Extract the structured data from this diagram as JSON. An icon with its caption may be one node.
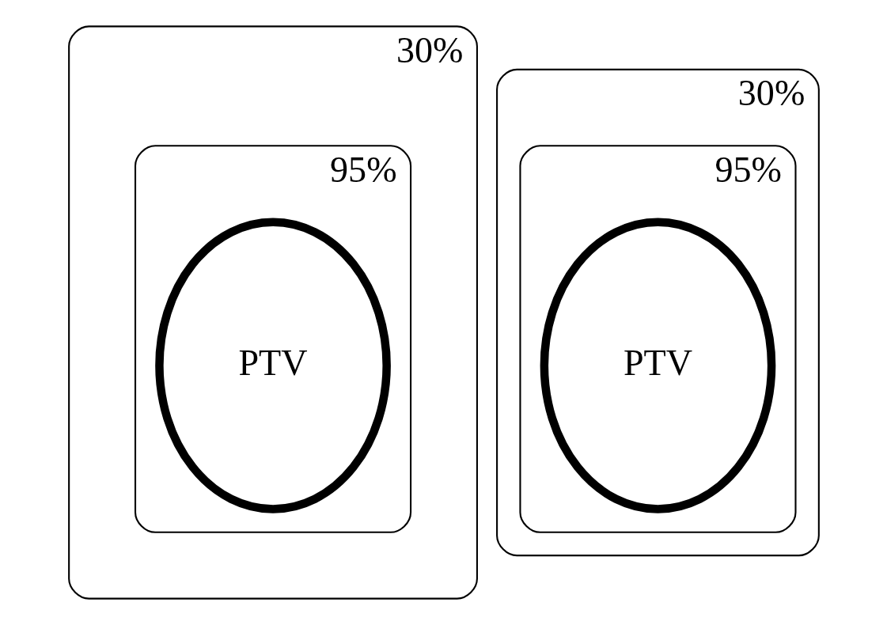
{
  "diagram": {
    "nodes": [
      {
        "text": [
          "30%"
        ]
      },
      {
        "text": [
          "95%"
        ],
        "in": 0
      },
      {
        "text": [
          "PTV"
        ],
        "in": 1
      },
      {
        "text": [
          "30%"
        ]
      },
      {
        "text": [
          "95%"
        ],
        "in": 3
      },
      {
        "text": [
          "PTV"
        ],
        "in": 4
      }
    ]
  }
}
